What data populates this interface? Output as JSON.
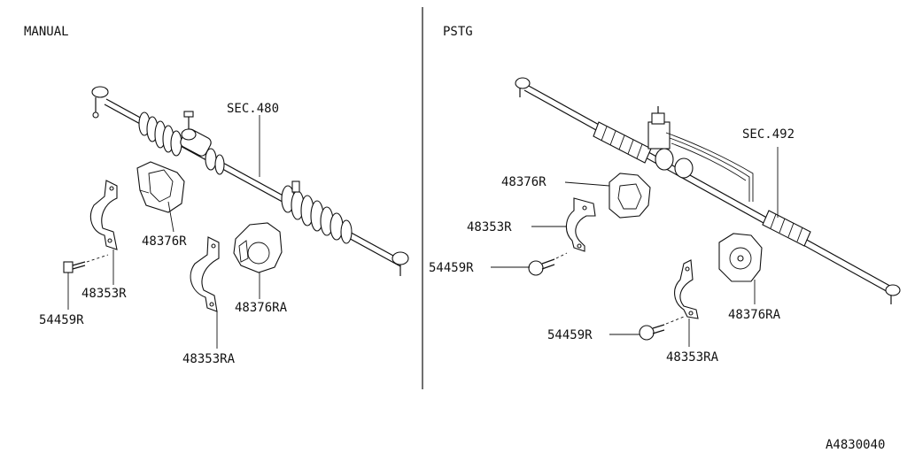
{
  "sections": {
    "manual": {
      "title": "MANUAL"
    },
    "pstg": {
      "title": "PSTG"
    }
  },
  "manual_labels": {
    "sec": "SEC.480",
    "bush_r": "48376R",
    "clamp_r": "48353R",
    "bolt_r": "54459R",
    "bush_ra": "48376RA",
    "clamp_ra": "48353RA"
  },
  "pstg_labels": {
    "sec": "SEC.492",
    "bush_r": "48376R",
    "clamp_r": "48353R",
    "bolt_r": "54459R",
    "bush_ra": "48376RA",
    "bolt_ra": "54459R",
    "clamp_ra": "48353RA"
  },
  "figure_id": "A4830040"
}
